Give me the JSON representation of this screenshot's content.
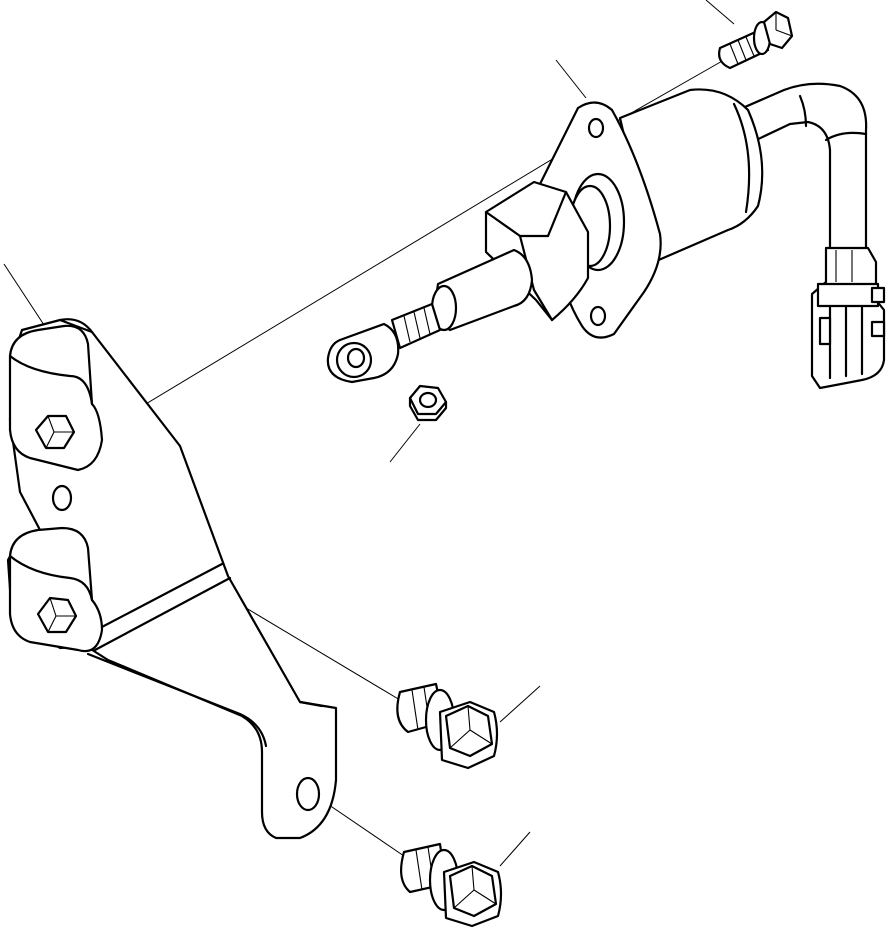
{
  "diagram": {
    "kind": "exploded-parts-illustration",
    "labels": [],
    "parts": [
      {
        "name": "mounting-bracket",
        "icon": "bracket-icon"
      },
      {
        "name": "fuel-shutoff-solenoid",
        "icon": "solenoid-icon"
      },
      {
        "name": "wire-harness-connector",
        "icon": "connector-icon"
      },
      {
        "name": "rod-end",
        "icon": "rod-end-icon"
      },
      {
        "name": "lock-nut",
        "icon": "nut-icon"
      },
      {
        "name": "flange-bolt-top",
        "icon": "bolt-icon"
      },
      {
        "name": "flange-bolt-middle",
        "icon": "bolt-icon"
      },
      {
        "name": "flange-bolt-bottom",
        "icon": "bolt-icon"
      }
    ]
  }
}
